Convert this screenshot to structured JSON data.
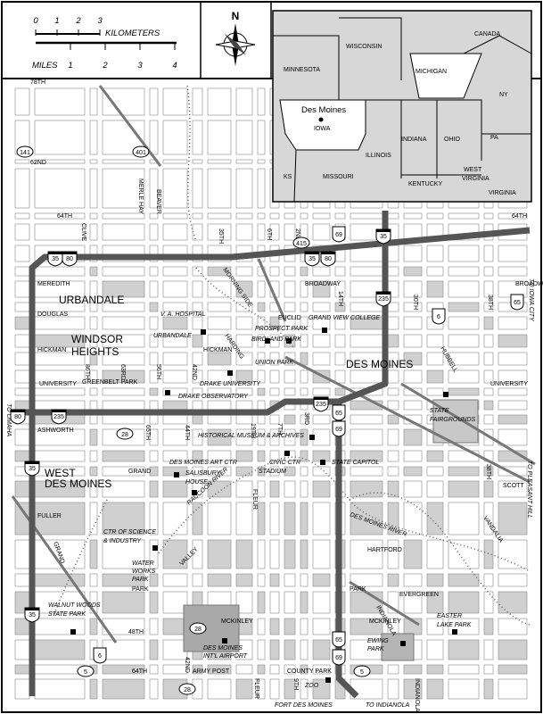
{
  "scale": {
    "kilometers_label": "KILOMETERS",
    "miles_label": "MILES",
    "km_ticks": [
      "0",
      "1",
      "2",
      "3"
    ],
    "mile_ticks": [
      "1",
      "2",
      "3",
      "4"
    ]
  },
  "compass": {
    "north_label": "N"
  },
  "inset": {
    "states": [
      "WISCONSIN",
      "MINNESOTA",
      "MICHIGAN",
      "CANADA",
      "NY",
      "PA",
      "OHIO",
      "INDIANA",
      "ILLINOIS",
      "IOWA",
      "MISSOURI",
      "KENTUCKY",
      "KS",
      "WEST",
      "VIRGINIA",
      "VIRGINIA"
    ],
    "city": "Des Moines"
  },
  "streets": [
    "78TH",
    "62ND",
    "64TH",
    "64TH",
    "MEREDITH",
    "BROADWAY",
    "BROADWAY",
    "DOUGLAS",
    "EUCLID",
    "HICKMAN",
    "HICKMAN",
    "UNIVERSITY",
    "UNIVERSITY",
    "GREENBELT PARK",
    "ASHWORTH",
    "GRAND",
    "FULLER",
    "SCOTT",
    "VANDALIA",
    "HARTFORD",
    "PARK",
    "PARK",
    "EVERGREEN",
    "MCKINLEY",
    "MCKINLEY",
    "48TH",
    "64TH",
    "ARMY POST",
    "COUNTY PARK",
    "CLIVE",
    "MERLE HAY",
    "BEAVER",
    "35TH",
    "6TH",
    "2ND",
    "MORNING SIDE",
    "HARDING",
    "14TH",
    "30TH",
    "38TH",
    "HUBBELL",
    "86TH",
    "63RD",
    "56TH",
    "42ND",
    "19TH",
    "7TH",
    "FLEUR",
    "VALLEY",
    "GRAND",
    "INDIANOLA",
    "INDIANOLA",
    "9TH",
    "3RD",
    "65TH",
    "38TH",
    "44TH",
    "42ND",
    "FLEUR"
  ],
  "places": {
    "cities": [
      "URBANDALE",
      "WINDSOR",
      "HEIGHTS",
      "DES MOINES",
      "WEST",
      "DES MOINES"
    ],
    "landmarks": [
      "V. A. HOSPITAL",
      "PROSPECT PARK",
      "BIRDLAND PARK",
      "UNION PARK",
      "GRAND VIEW COLLEGE",
      "URBANDALE",
      "DRAKE UNIVERSITY",
      "DRAKE OBSERVATORY",
      "HISTORICAL MUSEUM & ARCHIVES",
      "DES MOINES ART CTR",
      "CIVIC CTR",
      "STATE CAPITOL",
      "STADIUM",
      "SALISBURY",
      "HOUSE",
      "CTR OF SCIENCE",
      "& INDUSTRY",
      "STATE",
      "FAIRGROUNDS",
      "WATER",
      "WORKS",
      "PARK",
      "WALNUT WOODS",
      "STATE PARK",
      "DES MOINES",
      "INT'L AIRPORT",
      "EWING",
      "PARK",
      "EASTER",
      "LAKE PARK",
      "ZOO",
      "FORT DES MOINES"
    ],
    "rivers": [
      "RACCOON RIVER",
      "DES MOINES RIVER"
    ]
  },
  "directions": [
    "TO IOWA CITY",
    "TO OMAHA",
    "TO PLEASANT HILL",
    "TO INDIANOLA"
  ],
  "shields": {
    "interstate": [
      "35",
      "80",
      "35",
      "80",
      "35",
      "235",
      "80",
      "235",
      "235",
      "35",
      "35"
    ],
    "us": [
      "69",
      "6",
      "65",
      "65",
      "69",
      "6",
      "65",
      "69"
    ],
    "state": [
      "141",
      "401",
      "415",
      "28",
      "28",
      "5",
      "5",
      "28"
    ]
  }
}
